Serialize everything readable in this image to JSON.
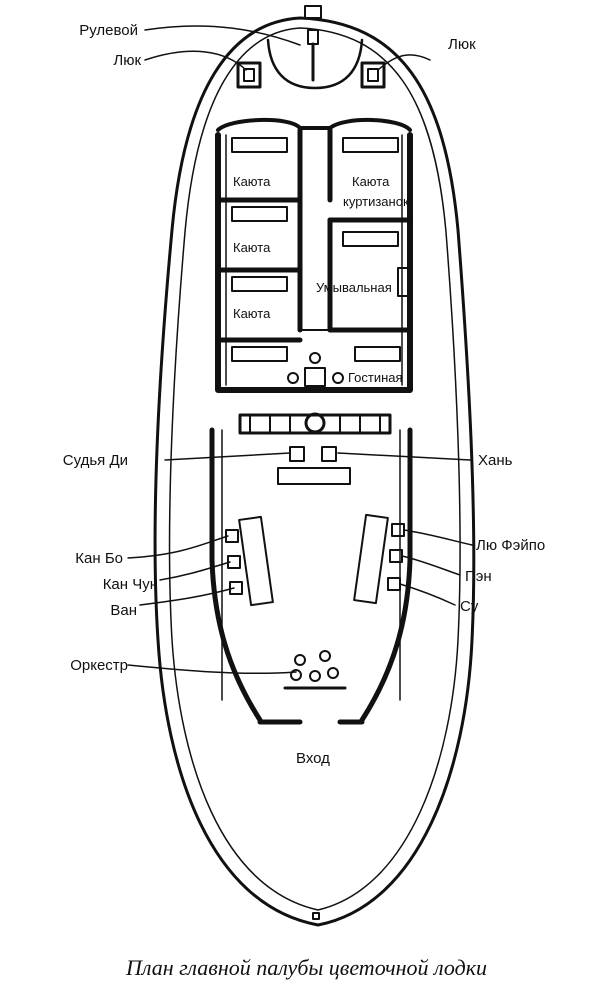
{
  "labels": {
    "steering": "Рулевой",
    "hatch_left": "Люк",
    "hatch_right": "Люк",
    "cabin1": "Каюта",
    "cabin2": "Каюта",
    "cabin3": "Каюта",
    "courtesan_cabin_l1": "Каюта",
    "courtesan_cabin_l2": "куртизанок",
    "washroom": "Умывальная",
    "lounge": "Гостиная",
    "judge_di": "Судья Ди",
    "han": "Хань",
    "kan_bo": "Кан Бо",
    "kan_chun": "Кан Чун",
    "wan": "Ван",
    "liu_feipo": "Лю Фэйпо",
    "pen": "Пэн",
    "su": "Су",
    "orchestra": "Оркестр",
    "entrance": "Вход"
  },
  "caption": "План главной палубы цветочной лодки"
}
